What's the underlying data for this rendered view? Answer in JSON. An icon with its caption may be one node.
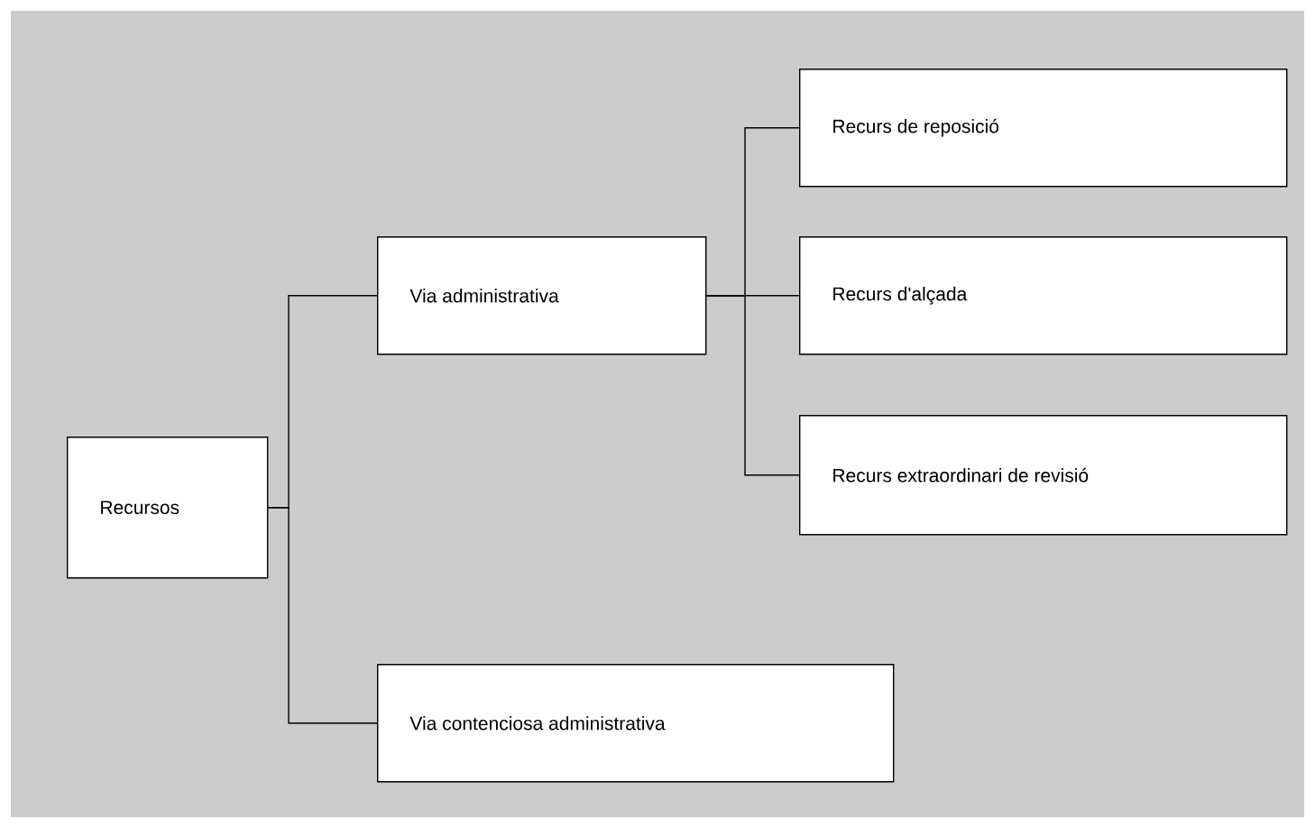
{
  "diagram": {
    "nodes": [
      {
        "text": [
          "Recursos"
        ]
      },
      {
        "text": [
          "Via administrativa"
        ]
      },
      {
        "text": [
          "Via contenciosa administrativa"
        ]
      },
      {
        "text": [
          "Recurs de reposició"
        ]
      },
      {
        "text": [
          "Recurs d'alçada"
        ]
      },
      {
        "text": [
          "Recurs extraordinari de revisió"
        ]
      }
    ],
    "edges": [
      {
        "from": 0,
        "to": 1,
        "arrow": "none"
      },
      {
        "from": 0,
        "to": 2,
        "arrow": "none"
      },
      {
        "from": 1,
        "to": 3,
        "arrow": "none"
      },
      {
        "from": 1,
        "to": 4,
        "arrow": "none"
      },
      {
        "from": 1,
        "to": 5,
        "arrow": "none"
      }
    ]
  }
}
